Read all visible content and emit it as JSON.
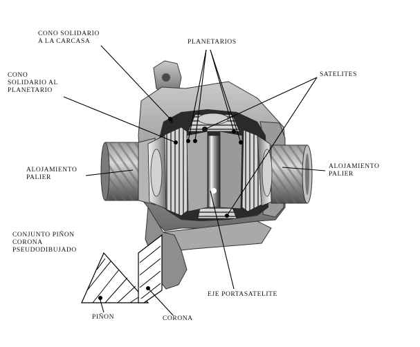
{
  "labels": {
    "cono_carcasa": [
      "CONO SOLIDARIO",
      "A LA CARCASA"
    ],
    "planetarios": "PLANETARIOS",
    "cono_planetario": [
      "CONO",
      "SOLIDARIO AL",
      "PLANETARIO"
    ],
    "satelites": "SATELITES",
    "alojamiento_izq": [
      "ALOJAMIENTO",
      "PALIER"
    ],
    "alojamiento_der": [
      "ALOJAMIENTO",
      "PALIER"
    ],
    "conjunto": [
      "CONJUNTO PIÑON",
      "CORONA",
      "PSEUDODIBUJADO"
    ],
    "eje": "EJE PORTASATELITE",
    "pinon": "PIÑON",
    "corona": "CORONA"
  },
  "colors": {
    "background": "#ffffff",
    "ink": "#111111",
    "housing_light": "#b9b9b9",
    "housing_dark": "#5a5a5a",
    "gear_light": "#e6e6e6",
    "gear_dark": "#707070"
  }
}
